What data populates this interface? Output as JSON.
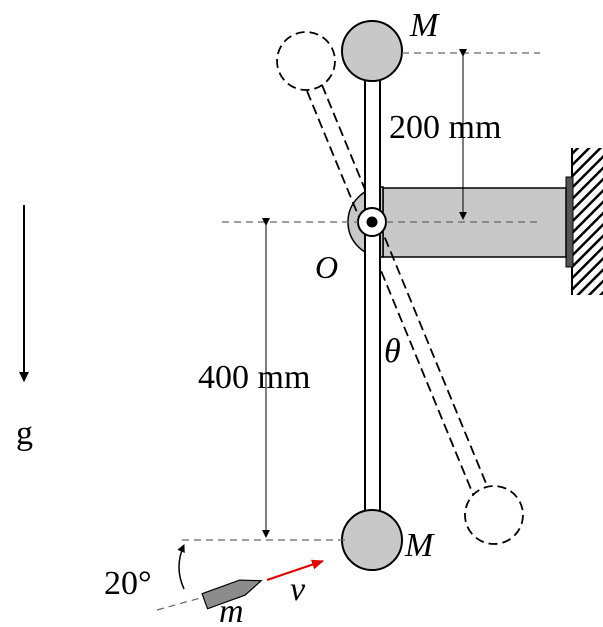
{
  "labels": {
    "mass_top": "M",
    "mass_bottom": "M",
    "pivot": "O",
    "dim_upper": "200 mm",
    "dim_lower": "400 mm",
    "angle_theta": "θ",
    "gravity": "g",
    "bullet_angle": "20°",
    "bullet_mass": "m",
    "bullet_velocity": "v"
  },
  "colors": {
    "mass_fill": "#c8c8c8",
    "support_fill": "#c8c8c8",
    "velocity_arrow": "#e00000",
    "bullet_fill": "#8c8c8c"
  }
}
